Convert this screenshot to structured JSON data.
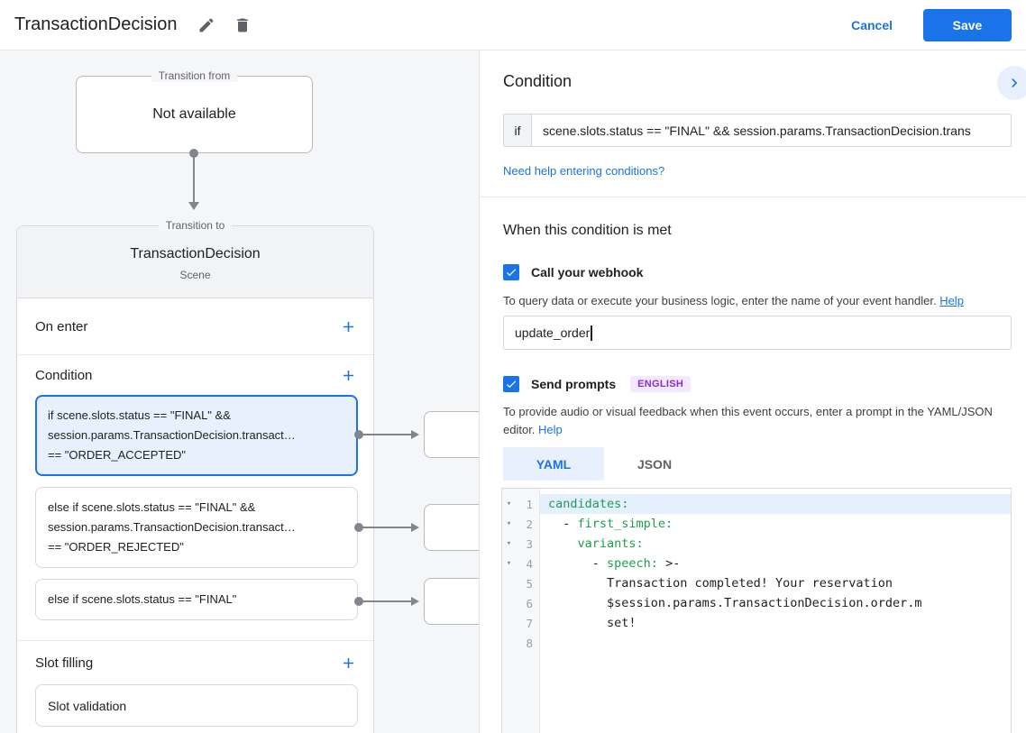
{
  "header": {
    "title": "TransactionDecision",
    "cancel_label": "Cancel",
    "save_label": "Save",
    "icons": [
      "edit-pencil-icon",
      "delete-trash-icon"
    ]
  },
  "canvas": {
    "transition_from": {
      "legend": "Transition from",
      "content": "Not available"
    },
    "transition_to": {
      "legend": "Transition to",
      "title": "TransactionDecision",
      "subtitle": "Scene",
      "on_enter_label": "On enter",
      "condition_label": "Condition",
      "slot_filling_label": "Slot filling",
      "slot_card_label": "Slot validation",
      "condition_cards": [
        {
          "selected": true,
          "lines": [
            "if scene.slots.status == \"FINAL\" &&",
            "session.params.TransactionDecision.transact…",
            "== \"ORDER_ACCEPTED\""
          ]
        },
        {
          "selected": false,
          "lines": [
            "else if scene.slots.status == \"FINAL\" &&",
            "session.params.TransactionDecision.transact…",
            "== \"ORDER_REJECTED\""
          ]
        },
        {
          "selected": false,
          "lines": [
            "else if scene.slots.status == \"FINAL\""
          ]
        }
      ]
    }
  },
  "panel": {
    "condition": {
      "heading": "Condition",
      "if_label": "if",
      "expression": "scene.slots.status == \"FINAL\" && session.params.TransactionDecision.trans",
      "help_link": "Need help entering conditions?"
    },
    "when_met": {
      "heading": "When this condition is met",
      "webhook": {
        "label": "Call your webhook",
        "checked": true,
        "description": "To query data or execute your business logic, enter the name of your event handler. ",
        "help_label": "Help",
        "value": "update_order"
      },
      "prompts": {
        "label": "Send prompts",
        "checked": true,
        "badge": "ENGLISH",
        "description": "To provide audio or visual feedback when this event occurs, enter a prompt in the YAML/JSON editor. ",
        "help_label": "Help"
      },
      "tabs": [
        {
          "label": "YAML",
          "active": true
        },
        {
          "label": "JSON",
          "active": false
        }
      ]
    },
    "editor": {
      "lines": [
        {
          "num": 1,
          "fold": true,
          "highlight": true,
          "segments": [
            {
              "text": "candidates:",
              "type": "key"
            }
          ]
        },
        {
          "num": 2,
          "fold": true,
          "segments": [
            {
              "text": "  - ",
              "type": "plain"
            },
            {
              "text": "first_simple:",
              "type": "key"
            }
          ]
        },
        {
          "num": 3,
          "fold": true,
          "segments": [
            {
              "text": "    ",
              "type": "plain"
            },
            {
              "text": "variants:",
              "type": "key"
            }
          ]
        },
        {
          "num": 4,
          "fold": true,
          "segments": [
            {
              "text": "      - ",
              "type": "plain"
            },
            {
              "text": "speech:",
              "type": "key"
            },
            {
              "text": " >-",
              "type": "plain"
            }
          ]
        },
        {
          "num": 5,
          "fold": false,
          "segments": [
            {
              "text": "        Transaction completed! Your reservation",
              "type": "plain"
            }
          ]
        },
        {
          "num": 6,
          "fold": false,
          "segments": [
            {
              "text": "        $session.params.TransactionDecision.order.m",
              "type": "plain"
            }
          ]
        },
        {
          "num": 7,
          "fold": false,
          "segments": [
            {
              "text": "        set!",
              "type": "plain"
            }
          ]
        },
        {
          "num": 8,
          "fold": false,
          "segments": []
        }
      ]
    }
  },
  "colors": {
    "accent_blue": "#1a73e8",
    "light_blue": "#e8f0fe",
    "canvas_bg": "#f5f6f8",
    "card_header_gray": "#f1f3f4",
    "connector_gray": "#80868b",
    "badge_purple_text": "#8430ce",
    "badge_purple_bg": "#f3e8fd",
    "code_key_green": "#1e9e4f",
    "line_highlight": "#e4f0fd"
  }
}
